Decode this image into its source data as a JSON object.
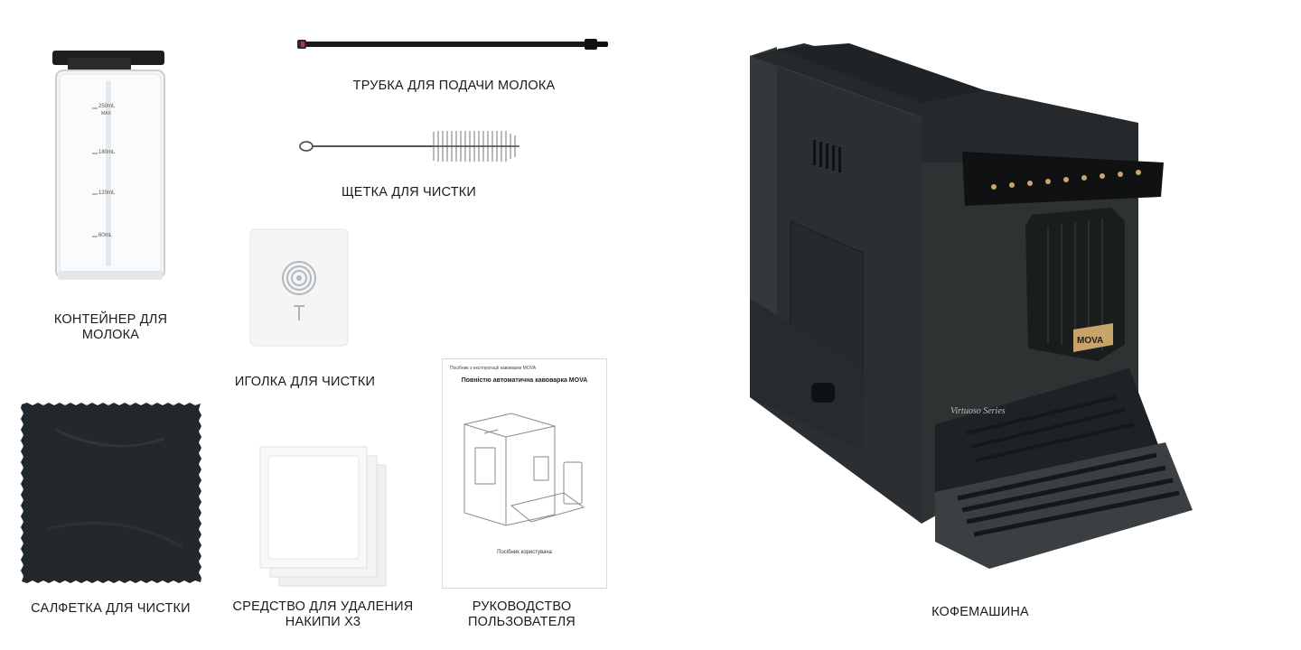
{
  "items": {
    "milk_container": {
      "label": "КОНТЕЙНЕР ДЛЯ\nМОЛОКА",
      "marks": [
        "250mL",
        "MAX",
        "180mL",
        "120mL",
        "60mL"
      ]
    },
    "milk_tube": {
      "label": "ТРУБКА ДЛЯ ПОДАЧИ МОЛОКА"
    },
    "cleaning_brush": {
      "label": "ЩЕТКА ДЛЯ ЧИСТКИ"
    },
    "cleaning_needle": {
      "label": "ИГОЛКА ДЛЯ ЧИСТКИ"
    },
    "cleaning_cloth": {
      "label": "САЛФЕТКА ДЛЯ ЧИСТКИ"
    },
    "descaler": {
      "label": "СРЕДСТВО ДЛЯ УДАЛЕНИЯ\nНАКИПИ Х3"
    },
    "user_manual": {
      "label": "РУКОВОДСТВО\nПОЛЬЗОВАТЕЛЯ",
      "header": "Посібник з експлуатації кавоварки MOVA",
      "title": "Повністю автоматична кавоварка MOVA",
      "footer": "Посібник користувача"
    },
    "coffee_machine": {
      "label": "КОФЕМАШИНА",
      "brand": "MOVA",
      "series": "Virtuoso Series"
    }
  },
  "colors": {
    "machine_body": "#2e3233",
    "machine_dark": "#1c1f20",
    "accent_gold": "#c9a46a",
    "cloth": "#23282c"
  }
}
